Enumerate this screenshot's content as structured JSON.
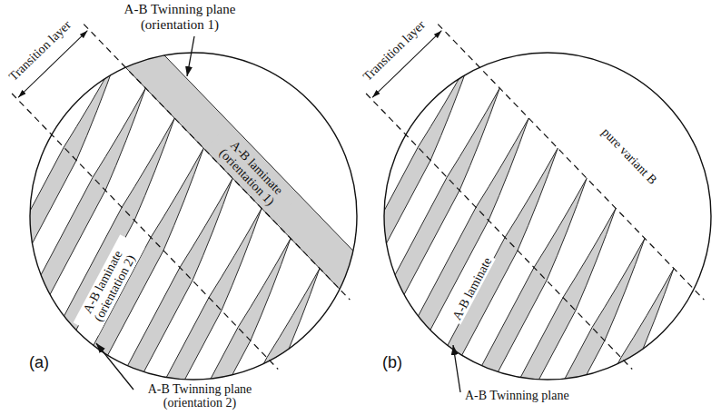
{
  "diagram": {
    "nodes": [
      {
        "text": [
          "A-B laminate (orientation 1)",
          "A-B laminate (orientation 2)"
        ]
      },
      {
        "text": [
          "pure variant B",
          "A-B laminate"
        ]
      }
    ],
    "labels": [
      "Transition layer",
      "A-B Twinning plane (orientation 1)",
      "(a)",
      "A-B Twinning plane (orientation 2)",
      "Transition layer",
      "(b)",
      "A-B Twinning plane"
    ]
  }
}
